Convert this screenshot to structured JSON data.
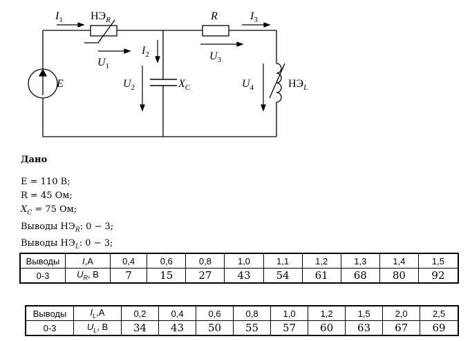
{
  "circuit": {
    "labels": {
      "I1": "I",
      "I1_sub": "1",
      "NE_R": "НЭ",
      "NE_R_sub": "R",
      "R": "R",
      "I3": "I",
      "I3_sub": "3",
      "U1": "U",
      "U1_sub": "1",
      "I2": "I",
      "I2_sub": "2",
      "U3": "U",
      "U3_sub": "3",
      "E": "E",
      "U2": "U",
      "U2_sub": "2",
      "Xc": "X",
      "Xc_sub": "C",
      "U4": "U",
      "U4_sub": "4",
      "NE_L": "НЭ",
      "NE_L_sub": "L"
    }
  },
  "given": {
    "heading": "Дано",
    "E_line": "E = 110 В;",
    "R_line": "R = 45 Ом;",
    "Xc_line": "X",
    "Xc_sub": "C",
    "Xc_rest": " = 75 Ом;",
    "outR_prefix": "Выводы НЭ",
    "outR_sub": "R",
    "outR_rest": ": 0 − 3;",
    "outL_prefix": "Выводы НЭ",
    "outL_sub": "L",
    "outL_rest": ": 0 − 3;"
  },
  "table1": {
    "head1": "Выводы",
    "head2_var": "I",
    "head2_rest": ",А",
    "row_label": "0-3",
    "row2_var": "U",
    "row2_sub": "R",
    "row2_rest": ", В",
    "currents": [
      "0,4",
      "0,6",
      "0,8",
      "1,0",
      "1,1",
      "1,2",
      "1,3",
      "1,4",
      "1,5"
    ],
    "voltages": [
      "7",
      "15",
      "27",
      "43",
      "54",
      "61",
      "68",
      "80",
      "92"
    ]
  },
  "table2": {
    "head1": "Выводы",
    "head2_var": "I",
    "head2_sub": "L",
    "head2_rest": ",А",
    "row_label": "0-3",
    "row2_var": "U",
    "row2_sub": "L",
    "row2_rest": ", В",
    "currents": [
      "0,2",
      "0,4",
      "0,6",
      "0,8",
      "1,0",
      "1,2",
      "1,5",
      "2,0",
      "2,5"
    ],
    "voltages": [
      "34",
      "43",
      "50",
      "55",
      "57",
      "60",
      "63",
      "67",
      "69"
    ]
  }
}
